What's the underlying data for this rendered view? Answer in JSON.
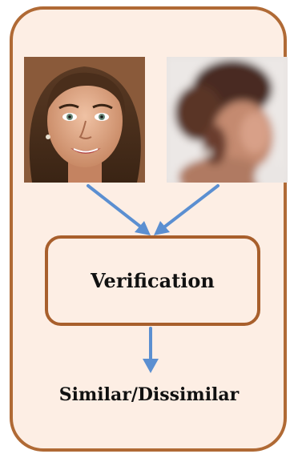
{
  "diagram": {
    "process_label": "Verification",
    "output_label": "Similar/Dissimilar"
  },
  "colors": {
    "frame_border": "#b06a35",
    "frame_fill": "#fdeee4",
    "box_border": "#a85f2c",
    "arrow": "#5b8fd1"
  },
  "images": {
    "left": "sharp-face-photo",
    "right": "blurred-face-photo"
  }
}
